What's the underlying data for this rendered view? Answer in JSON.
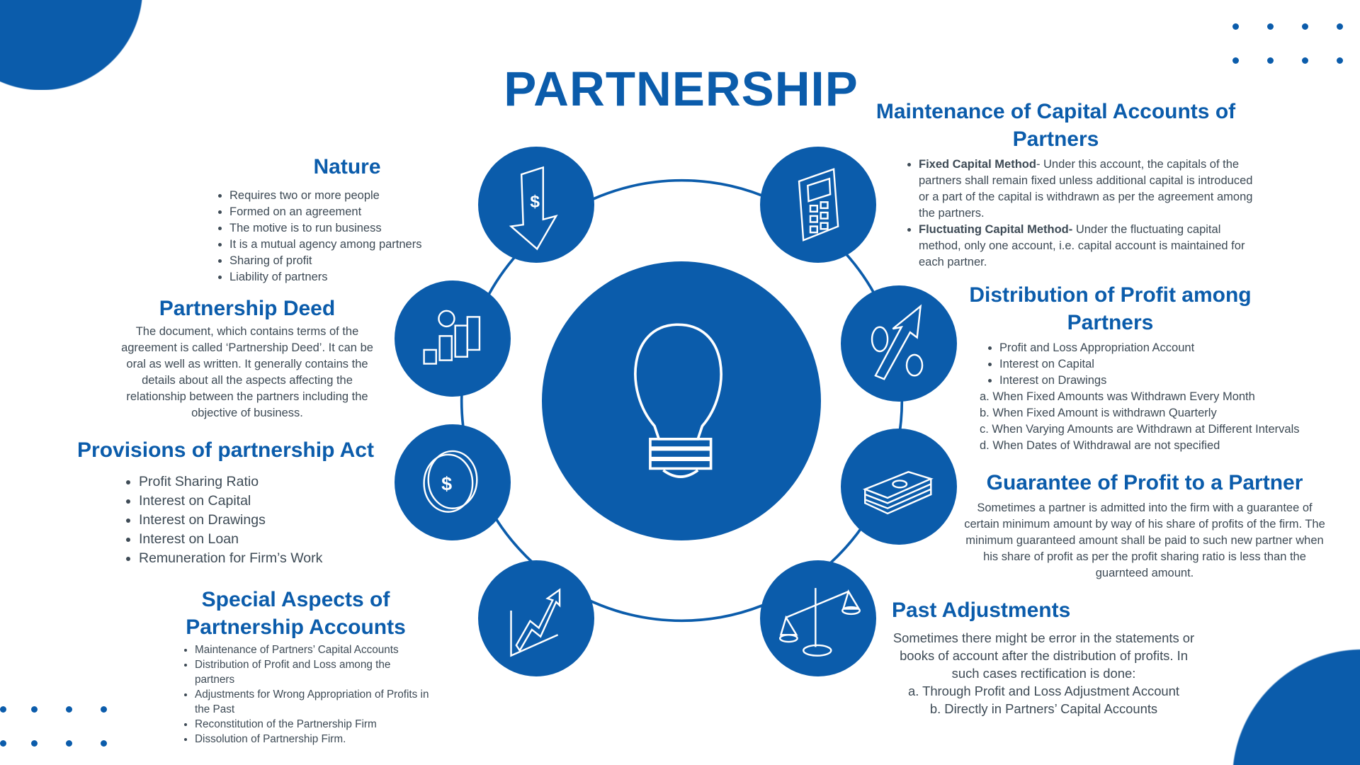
{
  "title": "PARTNERSHIP",
  "colors": {
    "accent": "#0b5cab",
    "text": "#3d4a55"
  },
  "nature": {
    "heading": "Nature",
    "items": [
      "Requires two or more people",
      "Formed on an agreement",
      "The motive is to run business",
      "It is a mutual agency among partners",
      "Sharing of profit",
      "Liability of partners"
    ]
  },
  "deed": {
    "heading": "Partnership Deed",
    "text": "The document, which contains terms of the agreement is called ‘Partnership Deed’. It can be oral as well as written. It generally contains the details about all the aspects affecting the relationship between the partners including the objective of business."
  },
  "provisions": {
    "heading": "Provisions of partnership Act",
    "items": [
      "Profit Sharing Ratio",
      "Interest on Capital",
      "Interest on Drawings",
      "Interest on Loan",
      "Remuneration for Firm’s Work"
    ]
  },
  "special": {
    "heading": "Special Aspects of Partnership Accounts",
    "items": [
      "Maintenance of Partners’ Capital Accounts",
      "Distribution of Profit and Loss among the partners",
      "Adjustments for Wrong Appropriation of Profits in the Past",
      "Reconstitution of the Partnership Firm",
      "Dissolution of Partnership Firm."
    ]
  },
  "maintenance": {
    "heading": "Maintenance of Capital Accounts of Partners",
    "items": [
      {
        "bold": "Fixed Capital Method",
        "text": "- Under this account, the capitals of the partners shall remain fixed unless additional capital is introduced or a part of the capital is withdrawn as per the agreement among the partners."
      },
      {
        "bold": "Fluctuating Capital Method-",
        "text": " Under the fluctuating capital method, only one account, i.e. capital account is maintained for each partner."
      }
    ]
  },
  "distribution": {
    "heading": "Distribution of Profit among Partners",
    "items": [
      "Profit and Loss Appropriation Account",
      "Interest on Capital",
      "Interest on Drawings"
    ],
    "sub": [
      "a. When Fixed Amounts was Withdrawn Every Month",
      "b. When Fixed Amount is withdrawn Quarterly",
      "c. When Varying Amounts are Withdrawn at Different Intervals",
      "d. When Dates of Withdrawal are not specified"
    ]
  },
  "guarantee": {
    "heading": "Guarantee of Profit to a Partner",
    "text": "Sometimes a partner is admitted into the firm with a guarantee of certain minimum amount by way of his share of profits of the firm.  The minimum guaranteed amount shall be paid to such new partner when his share of profit as per the profit sharing ratio is less than the guarnteed amount."
  },
  "past": {
    "heading": "Past Adjustments",
    "text": "Sometimes there might be error in the statements or books of account after the distribution of profits. In such cases rectification is done:",
    "sub": [
      "a. Through Profit and Loss Adjustment Account",
      "b.  Directly in Partners’ Capital Accounts"
    ]
  }
}
